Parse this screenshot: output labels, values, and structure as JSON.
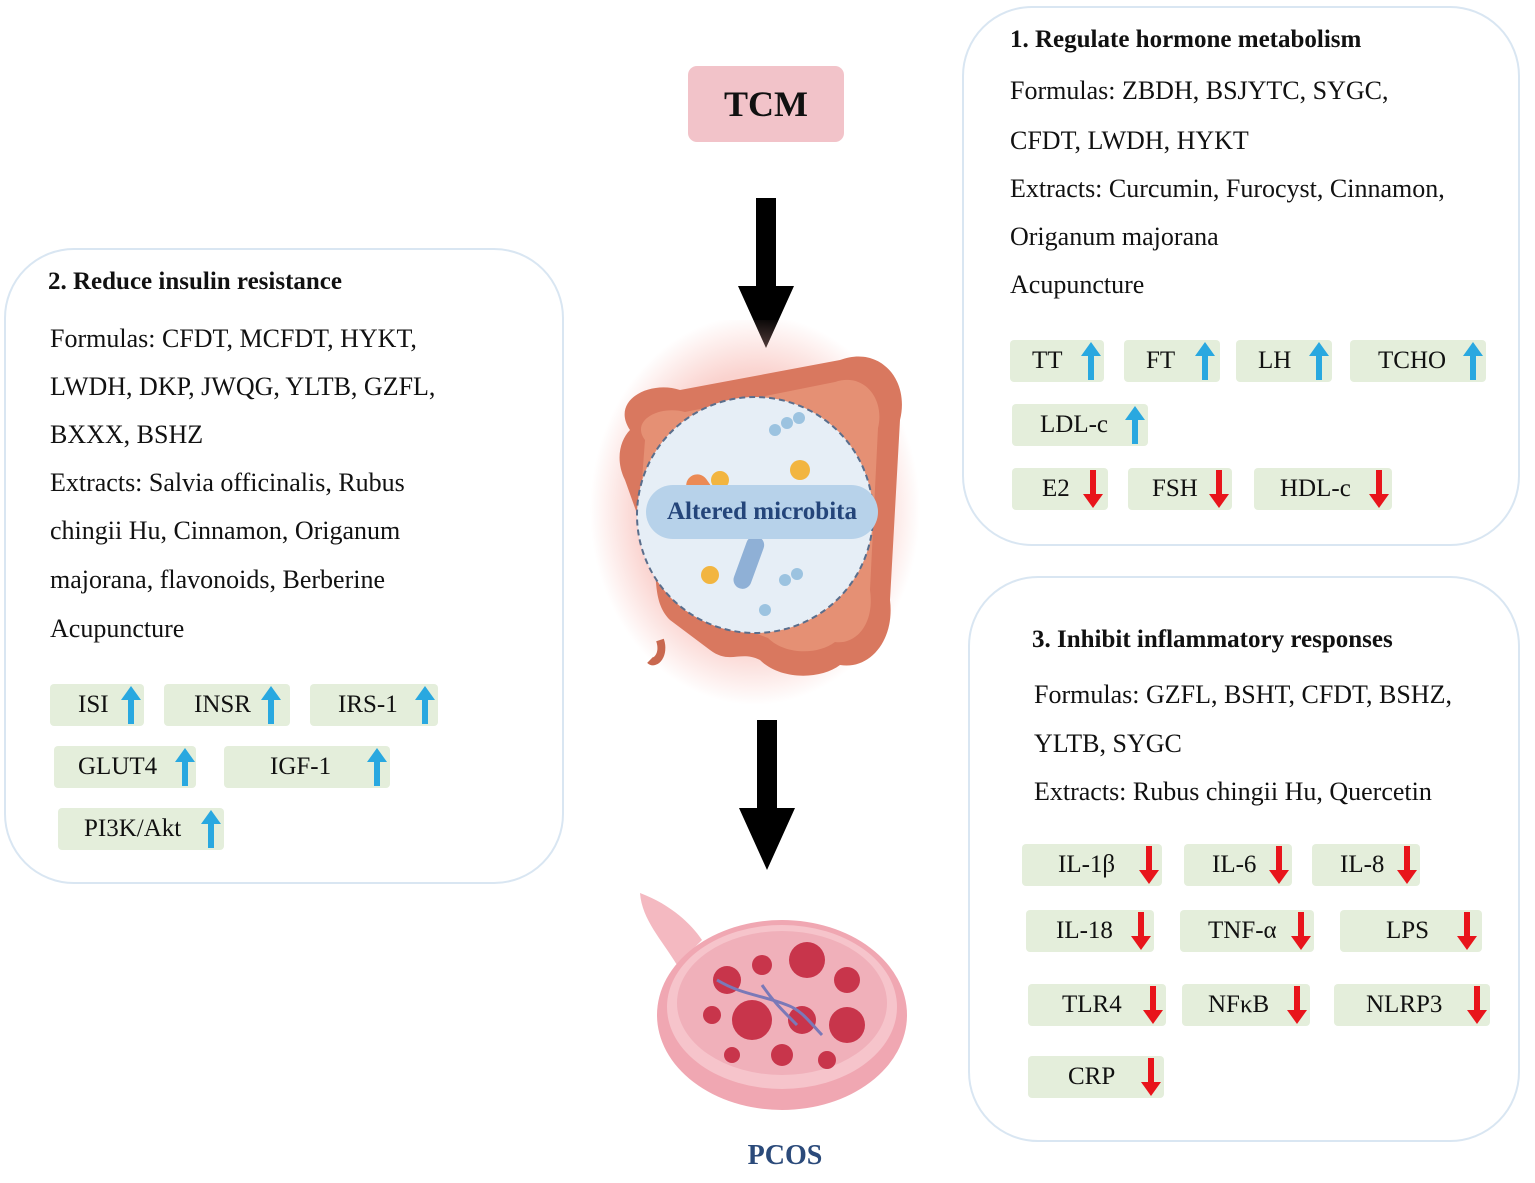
{
  "tcm": "TCM",
  "center_label": "Altered microbita",
  "pcos": "PCOS",
  "panel1": {
    "title": "1. Regulate hormone metabolism",
    "lines": [
      "Formulas: ZBDH, BSJYTC, SYGC,",
      "CFDT, LWDH, HYKT",
      "Extracts: Curcumin, Furocyst, Cinnamon,",
      "Origanum majorana",
      "Acupuncture"
    ],
    "markers": [
      {
        "label": "TT",
        "direction": "up"
      },
      {
        "label": "FT",
        "direction": "up"
      },
      {
        "label": "LH",
        "direction": "up"
      },
      {
        "label": "TCHO",
        "direction": "up"
      },
      {
        "label": "LDL-c",
        "direction": "up"
      },
      {
        "label": "E2",
        "direction": "down"
      },
      {
        "label": "FSH",
        "direction": "down"
      },
      {
        "label": "HDL-c",
        "direction": "down"
      }
    ]
  },
  "panel2": {
    "title": "2. Reduce insulin resistance",
    "lines": [
      "Formulas: CFDT, MCFDT, HYKT,",
      "LWDH, DKP, JWQG, YLTB, GZFL,",
      "BXXX, BSHZ",
      "Extracts: Salvia officinalis, Rubus",
      "chingii Hu, Cinnamon, Origanum",
      "majorana, flavonoids, Berberine",
      "Acupuncture"
    ],
    "markers": [
      {
        "label": "ISI",
        "direction": "up"
      },
      {
        "label": "INSR",
        "direction": "up"
      },
      {
        "label": "IRS-1",
        "direction": "up"
      },
      {
        "label": "GLUT4",
        "direction": "up"
      },
      {
        "label": "IGF-1",
        "direction": "up"
      },
      {
        "label": "PI3K/Akt",
        "direction": "up"
      }
    ]
  },
  "panel3": {
    "title": "3. Inhibit inflammatory responses",
    "lines": [
      "Formulas: GZFL, BSHT, CFDT, BSHZ,",
      "YLTB, SYGC",
      "Extracts: Rubus chingii Hu, Quercetin"
    ],
    "markers": [
      {
        "label": "IL-1β",
        "direction": "down"
      },
      {
        "label": "IL-6",
        "direction": "down"
      },
      {
        "label": "IL-8",
        "direction": "down"
      },
      {
        "label": "IL-18",
        "direction": "down"
      },
      {
        "label": "TNF-α",
        "direction": "down"
      },
      {
        "label": "LPS",
        "direction": "down"
      },
      {
        "label": "TLR4",
        "direction": "down"
      },
      {
        "label": "NFκB",
        "direction": "down"
      },
      {
        "label": "NLRP3",
        "direction": "down"
      },
      {
        "label": "CRP",
        "direction": "down"
      }
    ]
  },
  "colors": {
    "up_arrow": "#29a8e0",
    "down_arrow": "#e8141b",
    "tag_bg": "#e4eedb",
    "tcm_bg": "#f2c3c9",
    "pcos_text": "#2b4a7a"
  }
}
